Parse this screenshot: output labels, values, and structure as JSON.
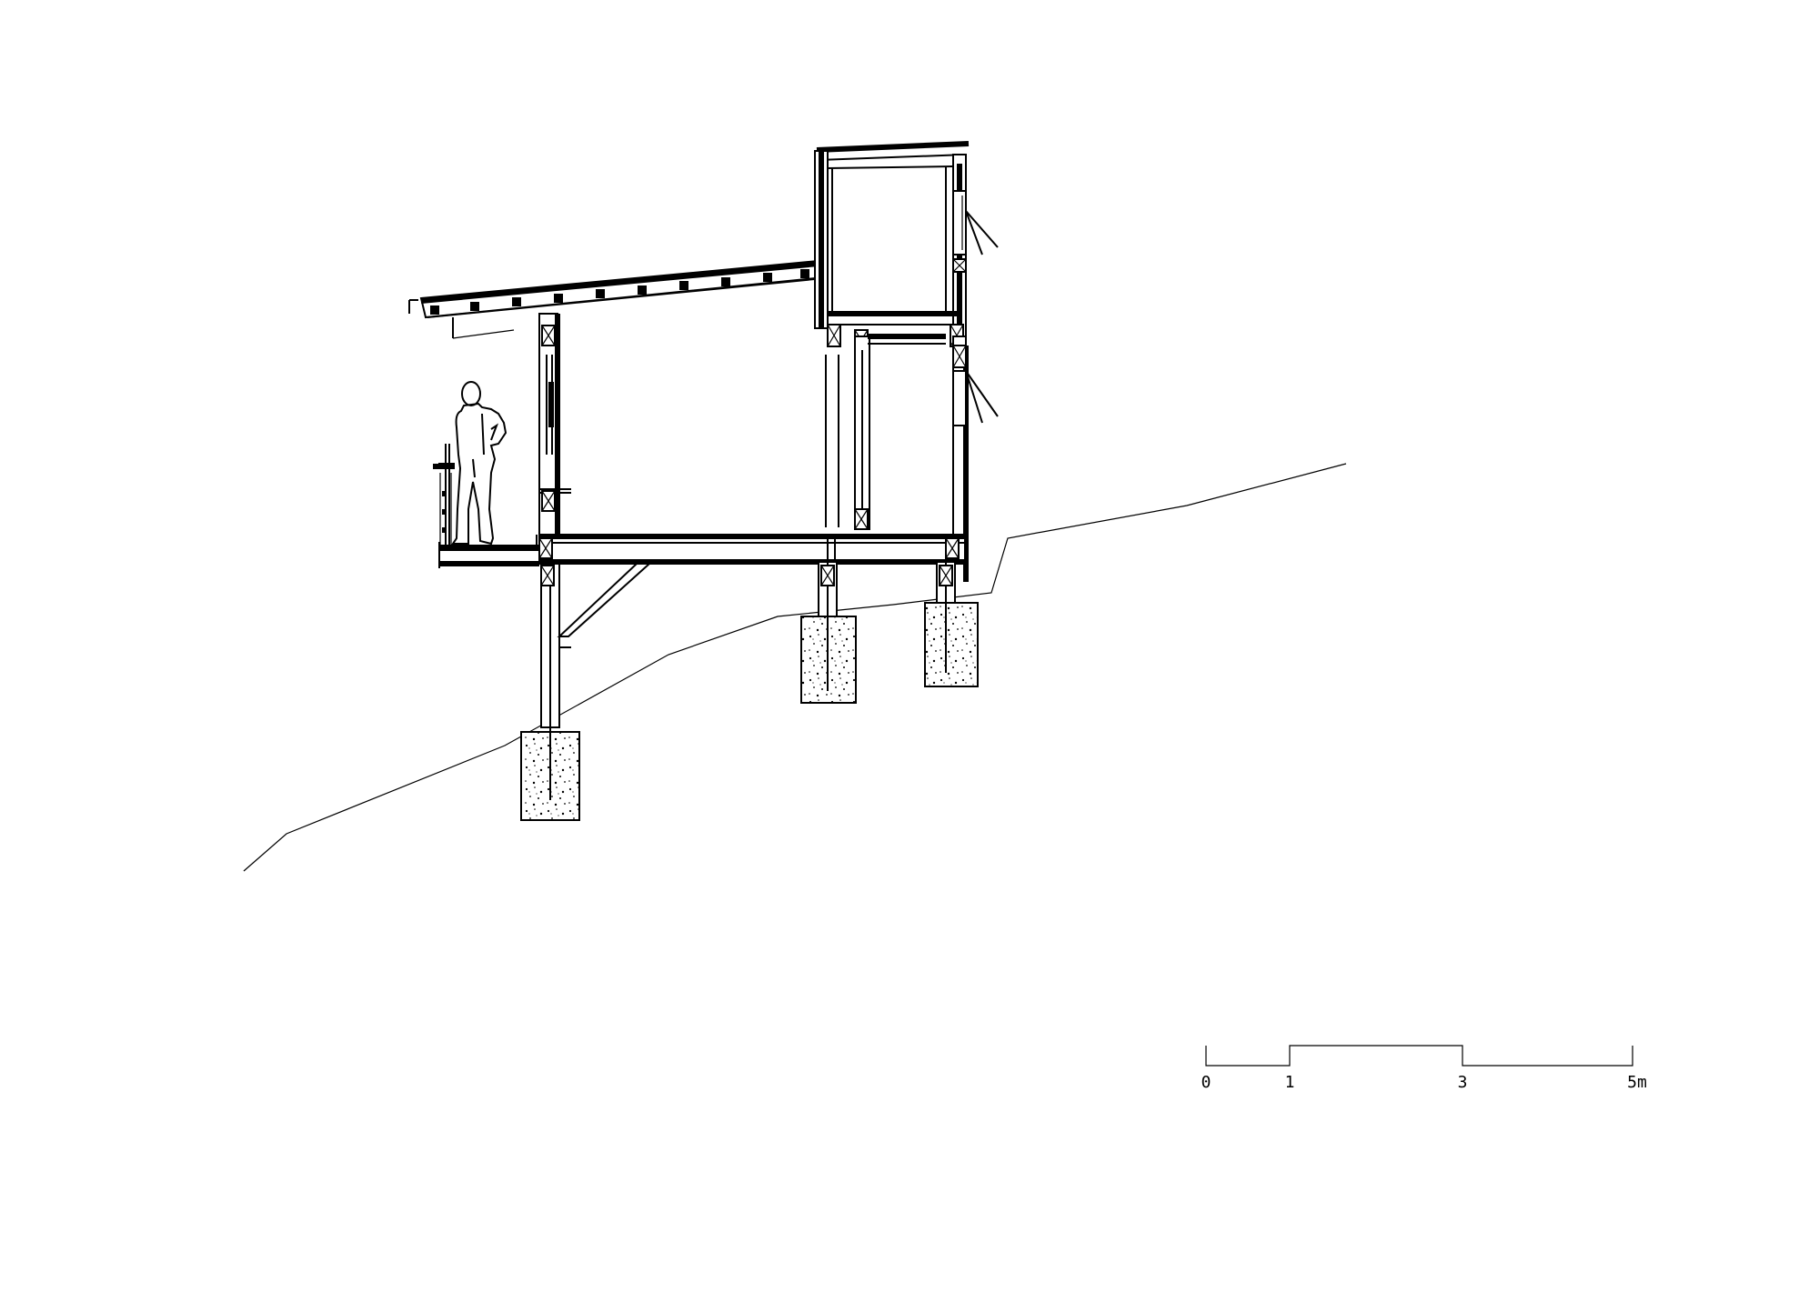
{
  "scale_bar": {
    "labels": [
      "0",
      "1",
      "3",
      "5m"
    ]
  },
  "colors": {
    "line": "#000000",
    "background": "#ffffff"
  }
}
